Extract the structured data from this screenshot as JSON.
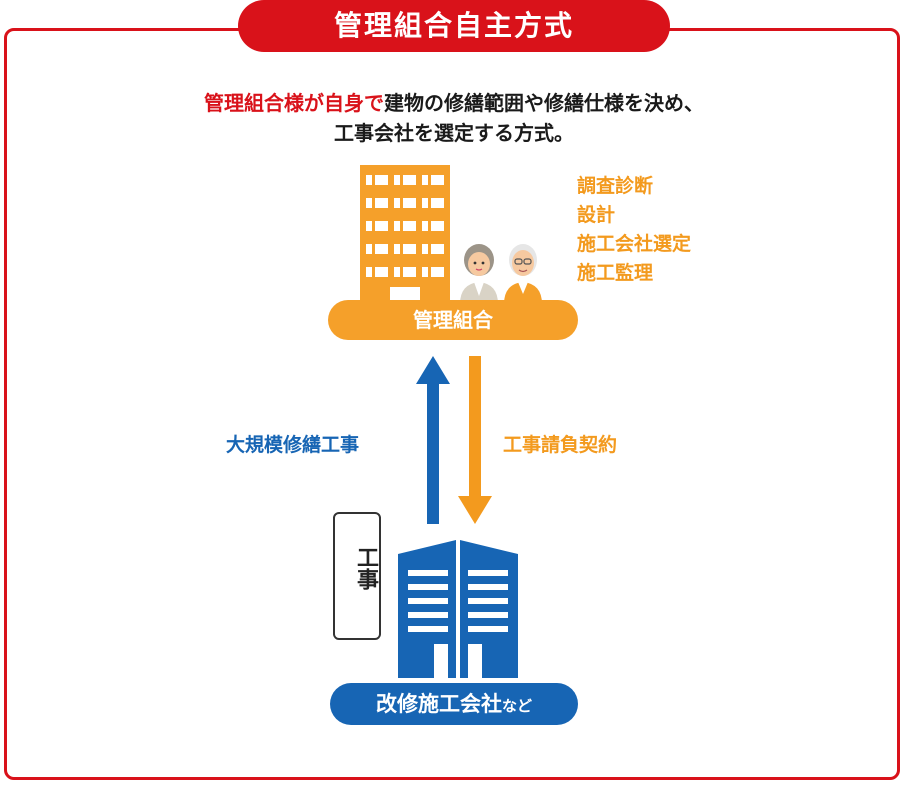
{
  "title": "管理組合自主方式",
  "description": {
    "highlight": "管理組合様が自身で",
    "line1_rest": "建物の修繕範囲や修繕仕様を決め、",
    "line2": "工事会社を選定する方式。"
  },
  "tasks": [
    "調査診断",
    "設計",
    "施工会社選定",
    "施工監理"
  ],
  "management_label": "管理組合",
  "arrow_up_label": "大規模修繕工事",
  "arrow_down_label": "工事請負契約",
  "construction_tag": "工事",
  "contractor": {
    "main": "改修施工会社",
    "suffix": "など"
  },
  "colors": {
    "red": "#d9121a",
    "orange": "#f39a1e",
    "blue": "#1765b4"
  }
}
